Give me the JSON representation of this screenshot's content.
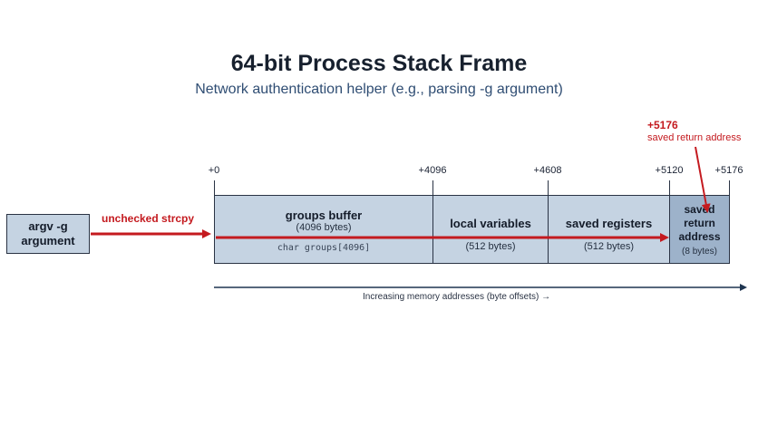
{
  "title": "64-bit Process Stack Frame",
  "subtitle": "Network authentication helper (e.g., parsing -g argument)",
  "source": {
    "line1": "argv -g",
    "line2": "argument"
  },
  "arrow_label": "unchecked strcpy",
  "offsets": [
    "+0",
    "+4096",
    "+4608",
    "+5120",
    "+5176"
  ],
  "segments": {
    "groups": {
      "label": "groups buffer",
      "size": "(4096 bytes)",
      "code": "char groups[4096]"
    },
    "locals": {
      "label": "local variables",
      "size": "(512 bytes)"
    },
    "registers": {
      "label": "saved registers",
      "size": "(512 bytes)"
    },
    "return": {
      "label1": "saved",
      "label2": "return",
      "label3": "address",
      "size": "(8 bytes)"
    }
  },
  "overwrite_callout": {
    "offset": "+5176",
    "note": "saved return address"
  },
  "axis_label": "Increasing memory addresses (byte offsets) →",
  "colors": {
    "accent_red": "#c41a1f",
    "segment_fill": "#c5d3e2",
    "return_fill": "#9db2ca",
    "axis": "#1f3550"
  }
}
